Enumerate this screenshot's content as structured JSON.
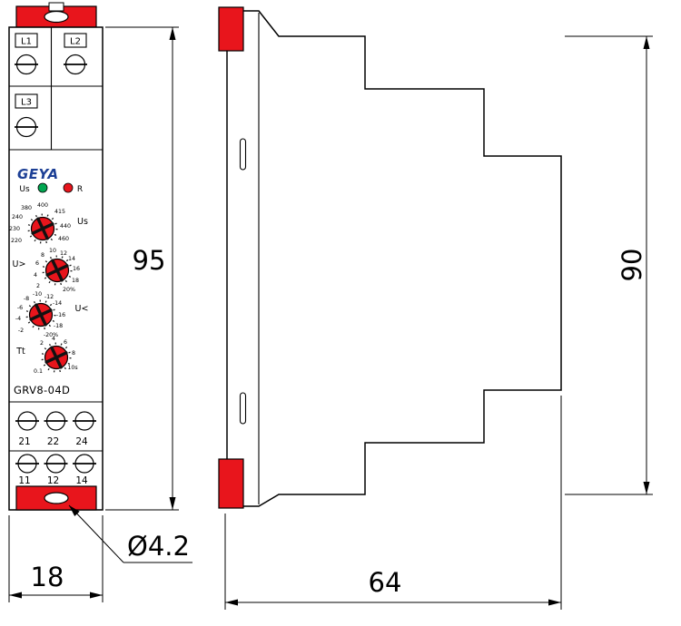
{
  "front": {
    "terminal_labels_top": [
      "L1",
      "L2",
      "L3"
    ],
    "logo": "GEYA",
    "led_labels": {
      "power": "Us",
      "relay": "R"
    },
    "dials": [
      {
        "label": "Us",
        "scale": [
          "380",
          "400",
          "415",
          "440",
          "460",
          "240",
          "230",
          "220"
        ]
      },
      {
        "label": "U>",
        "scale": [
          "2",
          "4",
          "6",
          "8",
          "10",
          "12",
          "14",
          "16",
          "18",
          "20%"
        ]
      },
      {
        "label": "U<",
        "scale": [
          "-2",
          "-4",
          "-6",
          "-8",
          "-10",
          "-12",
          "-14",
          "-16",
          "-18",
          "-20%"
        ]
      },
      {
        "label": "Tt",
        "scale": [
          "0.1",
          "2",
          "4",
          "6",
          "8",
          "10s"
        ]
      }
    ],
    "model": "GRV8-04D",
    "terminal_rows": [
      [
        "21",
        "22",
        "24"
      ],
      [
        "11",
        "12",
        "14"
      ]
    ]
  },
  "dimensions": {
    "front_height": "95",
    "front_width": "18",
    "hole_diameter": "Ø4.2",
    "side_height": "90",
    "side_depth": "64"
  },
  "colors": {
    "red": "#e8151c",
    "green": "#00a650",
    "logo_blue": "#1c3f95",
    "line": "#000000"
  }
}
